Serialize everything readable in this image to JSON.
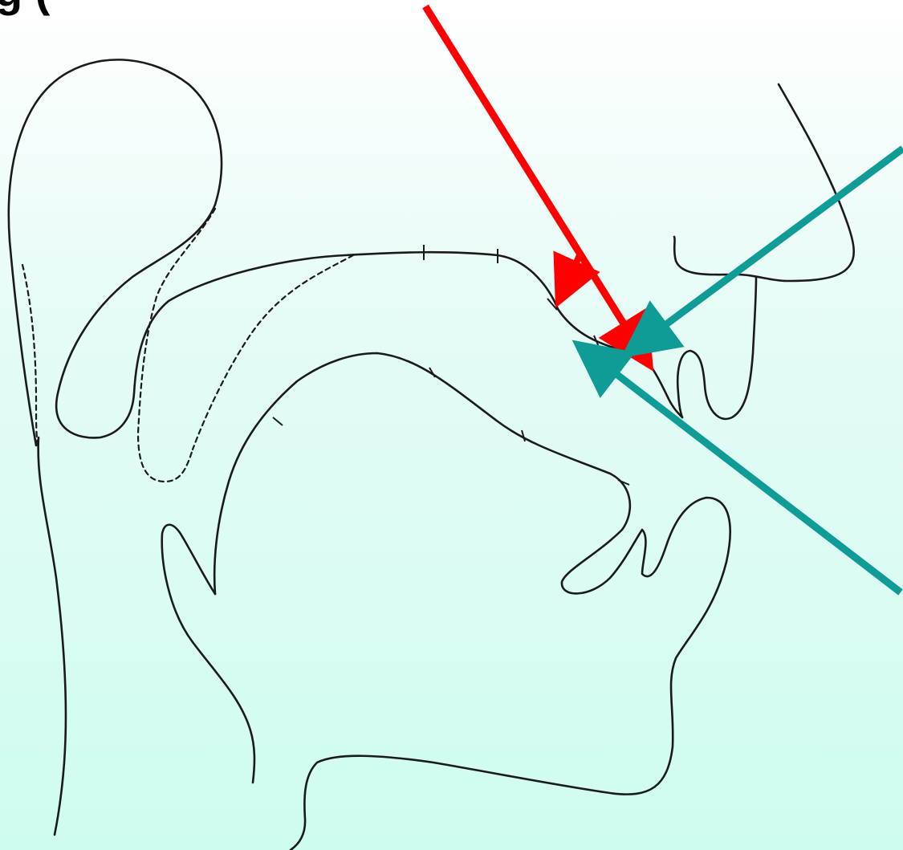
{
  "diagram": {
    "title_fragment": "g          (",
    "background_top": "#ffffff",
    "background_bottom": "#cffcf0",
    "line_color": "#1a1a1a"
  },
  "arrows": [
    {
      "name": "red-arrow",
      "color": "#ff0000"
    },
    {
      "name": "red-arrow-branch",
      "color": "#ff0000"
    },
    {
      "name": "teal-arrow-upper",
      "color": "#0f9b96"
    },
    {
      "name": "teal-arrow-lower",
      "color": "#0f9b96"
    }
  ]
}
